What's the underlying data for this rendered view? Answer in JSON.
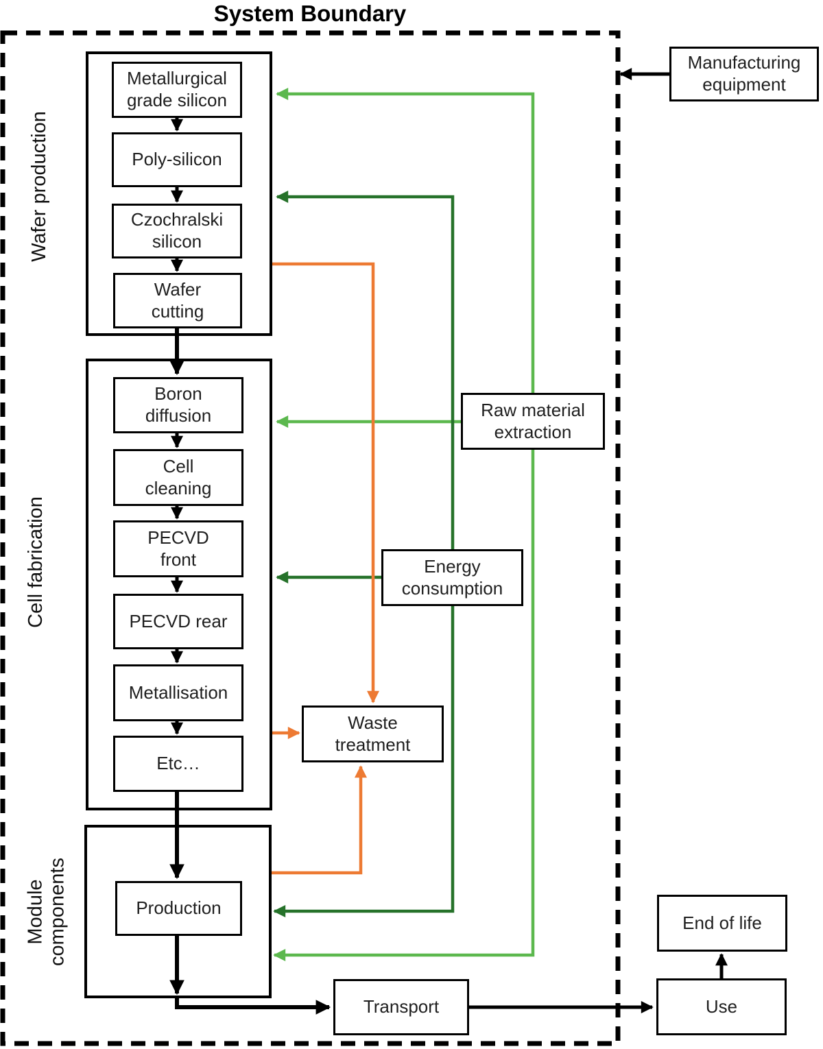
{
  "title": "System Boundary",
  "colors": {
    "boundary_and_flow": "#000000",
    "raw_material_flow_light_green": "#5cb84e",
    "energy_flow_dark_green": "#26722a",
    "waste_flow_orange": "#ed7a33"
  },
  "groups": [
    {
      "label": "Wafer production",
      "steps": [
        "Metallurgical\ngrade silicon",
        "Poly-silicon",
        "Czochralski\nsilicon",
        "Wafer\ncutting"
      ]
    },
    {
      "label": "Cell fabrication",
      "steps": [
        "Boron\ndiffusion",
        "Cell\ncleaning",
        "PECVD\nfront",
        "PECVD rear",
        "Metallisation",
        "Etc…"
      ]
    },
    {
      "label": "Module\ncomponents",
      "steps": [
        "Production"
      ]
    }
  ],
  "externals": {
    "manufacturing_equipment": "Manufacturing\nequipment",
    "raw_material_extraction": "Raw material\nextraction",
    "energy_consumption": "Energy\nconsumption",
    "waste_treatment": "Waste\ntreatment",
    "transport": "Transport",
    "use": "Use",
    "end_of_life": "End of life"
  },
  "flows": {
    "main_chain": [
      "Metallurgical grade silicon",
      "Poly-silicon",
      "Czochralski silicon",
      "Wafer cutting",
      "Boron diffusion",
      "Cell cleaning",
      "PECVD front",
      "PECVD rear",
      "Metallisation",
      "Etc…",
      "Production",
      "Transport",
      "Use",
      "End of life"
    ],
    "raw_material_extraction_to": [
      "Wafer production",
      "Cell fabrication",
      "Module components"
    ],
    "energy_consumption_to": [
      "Wafer production",
      "Cell fabrication",
      "Module components"
    ],
    "waste_treatment_from": [
      "Wafer production",
      "Cell fabrication",
      "Module components"
    ],
    "manufacturing_equipment_to": [
      "System boundary"
    ]
  }
}
